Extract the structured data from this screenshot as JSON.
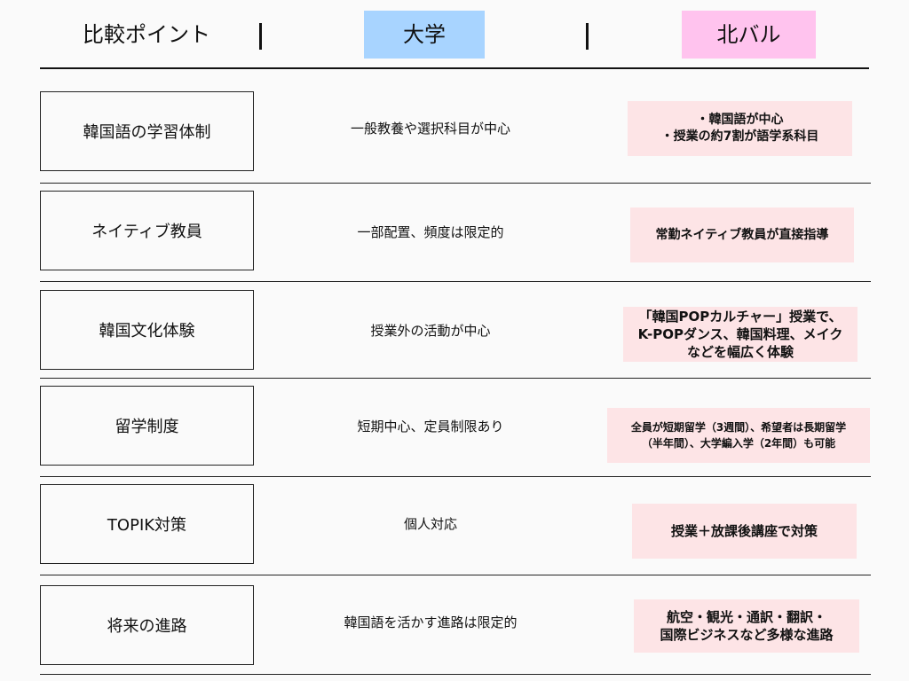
{
  "header": {
    "point_label": "比較ポイント",
    "univ_label": "大学",
    "kitabaru_label": "北バル"
  },
  "colors": {
    "univ_header_bg": "#a8d4ff",
    "kitabaru_header_bg": "#ffc3ee",
    "kitabaru_cell_bg": "#fde4e6"
  },
  "rows": [
    {
      "point": "韓国語の学習体制",
      "univ": "一般教養や選択科目が中心",
      "kitabaru": "・韓国語が中心\n・授業の約7割が語学系科目"
    },
    {
      "point": "ネイティブ教員",
      "univ": "一部配置、頻度は限定的",
      "kitabaru": "常勤ネイティブ教員が直接指導"
    },
    {
      "point": "韓国文化体験",
      "univ": "授業外の活動が中心",
      "kitabaru": "「韓国POPカルチャー」授業で、\nK-POPダンス、韓国料理、メイク\nなどを幅広く体験"
    },
    {
      "point": "留学制度",
      "univ": "短期中心、定員制限あり",
      "kitabaru": "全員が短期留学（3週間）、希望者は長期留学\n（半年間）、大学編入学（2年間）も可能"
    },
    {
      "point": "TOPIK対策",
      "univ": "個人対応",
      "kitabaru": "授業＋放課後講座で対策"
    },
    {
      "point": "将来の進路",
      "univ": "韓国語を活かす進路は限定的",
      "kitabaru": "航空・観光・通訳・翻訳・\n国際ビジネスなど多様な進路"
    }
  ]
}
